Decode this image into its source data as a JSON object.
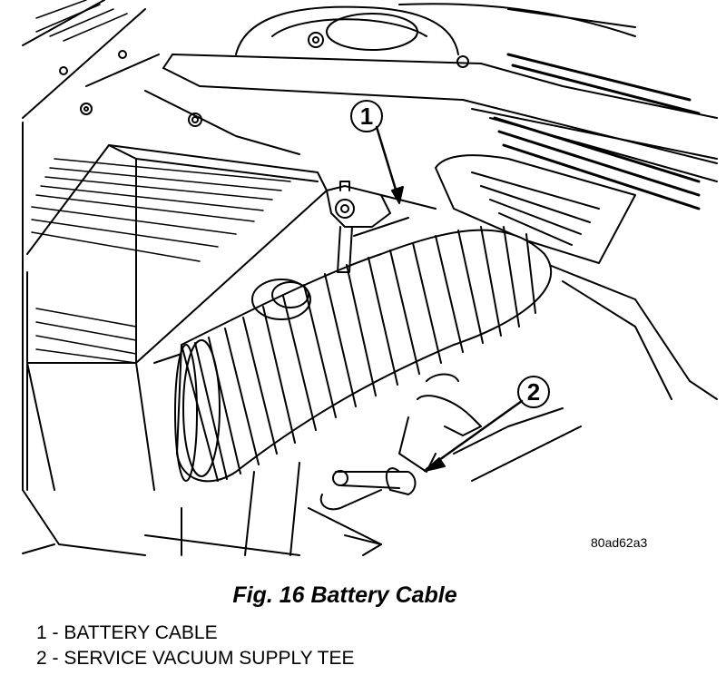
{
  "figure": {
    "code": "80ad62a3",
    "caption": "Fig. 16 Battery Cable"
  },
  "callouts": [
    {
      "number": "1",
      "label": "BATTERY CABLE"
    },
    {
      "number": "2",
      "label": "SERVICE VACUUM SUPPLY TEE"
    }
  ],
  "legend": [
    "1 - BATTERY CABLE",
    "2 - SERVICE VACUUM SUPPLY TEE"
  ]
}
